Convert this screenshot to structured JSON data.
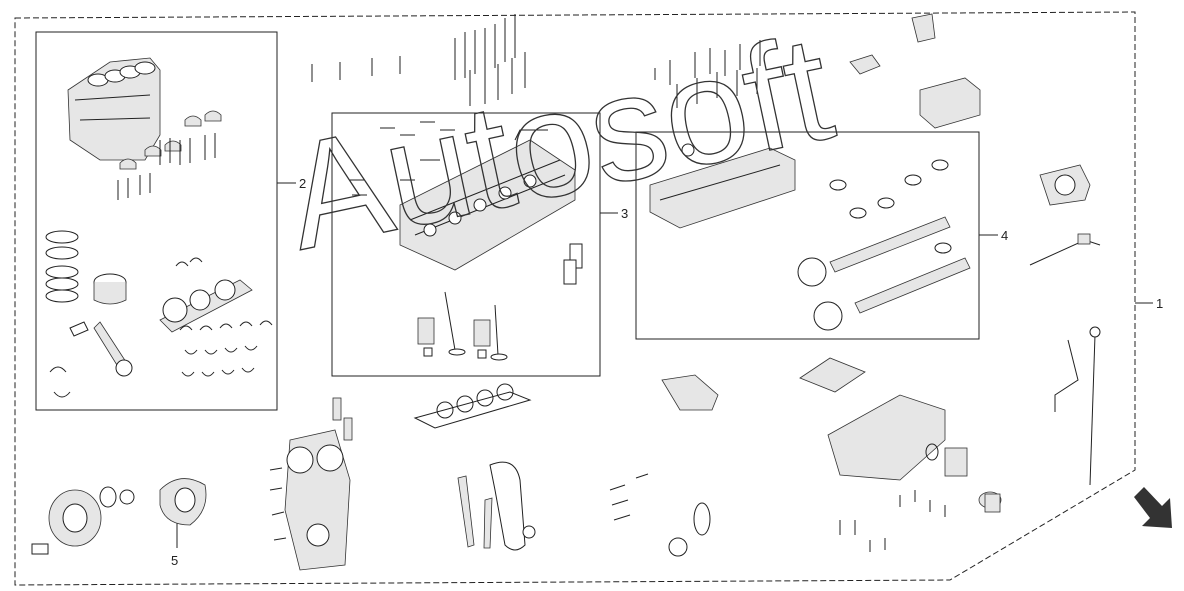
{
  "callouts": [
    "1",
    "2",
    "3",
    "4",
    "5"
  ],
  "watermark": "Autosoft",
  "colors": {
    "line": "#222222",
    "background": "#ffffff",
    "part_fill": "#e6e6e6",
    "arrow": "#333333"
  },
  "icons": {
    "direction": "arrow-down-right-icon"
  }
}
